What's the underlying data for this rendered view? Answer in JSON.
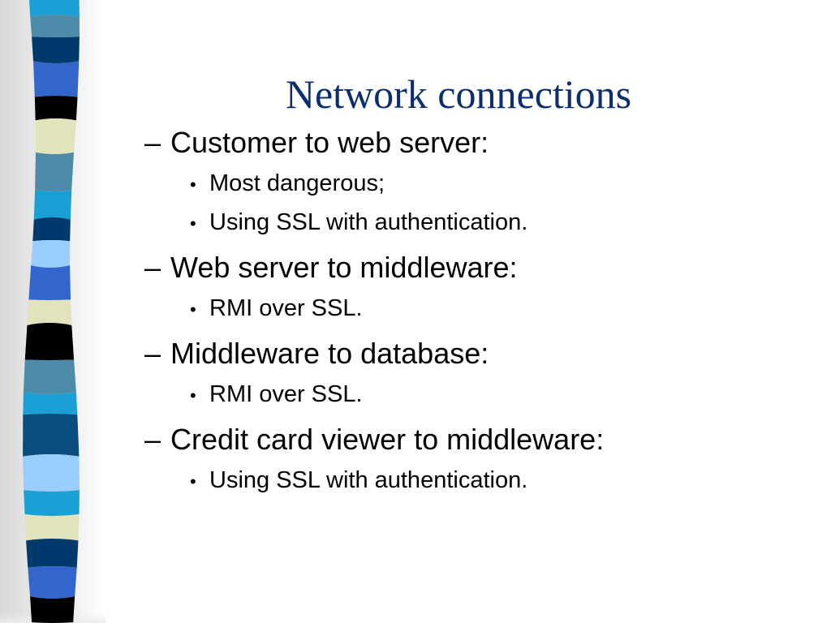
{
  "slide": {
    "title": "Network connections",
    "items": [
      {
        "marker": "–",
        "text": "Customer to web server:",
        "subitems": [
          {
            "marker": "•",
            "text": "Most dangerous;"
          },
          {
            "marker": "•",
            "text": "Using SSL with authentication."
          }
        ]
      },
      {
        "marker": "–",
        "text": "Web server to middleware:",
        "subitems": [
          {
            "marker": "•",
            "text": "RMI over SSL."
          }
        ]
      },
      {
        "marker": "–",
        "text": "Middleware to database:",
        "subitems": [
          {
            "marker": "•",
            "text": "RMI over SSL."
          }
        ]
      },
      {
        "marker": "–",
        "text": "Credit card viewer to middleware:",
        "subitems": [
          {
            "marker": "•",
            "text": "Using SSL with authentication."
          }
        ]
      }
    ]
  },
  "colors": {
    "title": "#0b2f6e",
    "band_palette": [
      "#1aa0d4",
      "#4e8ba8",
      "#003a6c",
      "#3366cc",
      "#000000",
      "#e3e3bb",
      "#99ccff",
      "#0a4d7d"
    ]
  }
}
